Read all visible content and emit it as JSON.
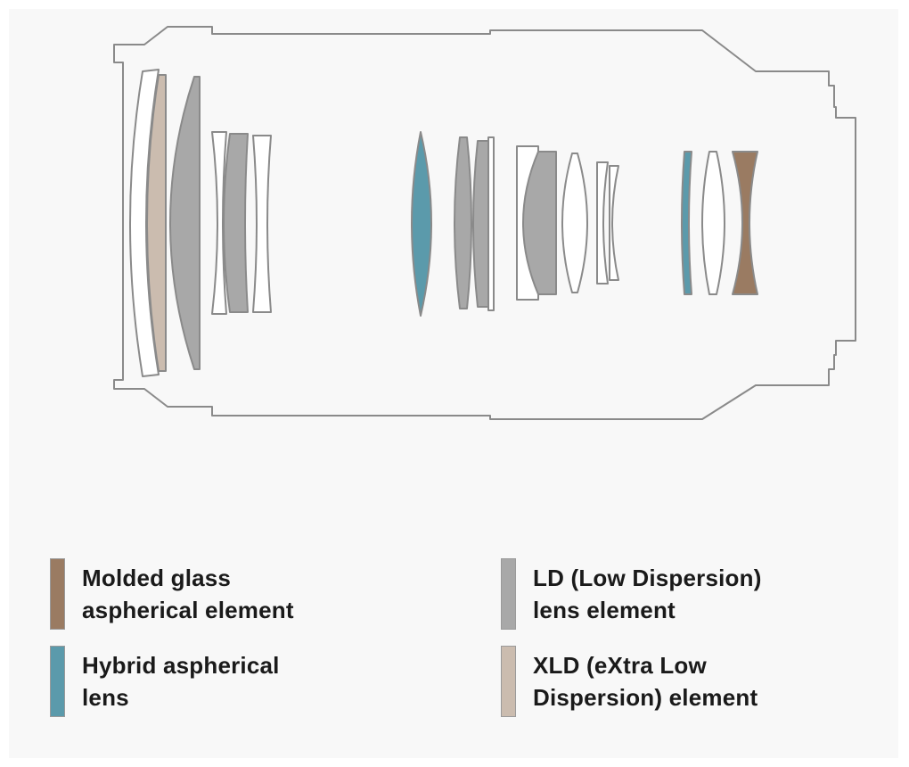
{
  "colors": {
    "background": "#f8f8f8",
    "housing_outline": "#8a8a8a",
    "molded_glass_aspherical": "#9a7b62",
    "hybrid_aspherical": "#5b9aab",
    "ld_low_dispersion": "#a8a8a8",
    "xld_extra_low_dispersion": "#cbbcaf",
    "standard_element": "#ffffff"
  },
  "legend": [
    {
      "key": "molded_glass_aspherical",
      "line1": "Molded glass",
      "line2": "aspherical element"
    },
    {
      "key": "ld_low_dispersion",
      "line1": "LD (Low Dispersion)",
      "line2": "lens element"
    },
    {
      "key": "hybrid_aspherical",
      "line1": "Hybrid aspherical",
      "line2": "lens"
    },
    {
      "key": "xld_extra_low_dispersion",
      "line1": "XLD (eXtra Low",
      "line2": "Dispersion) element"
    }
  ]
}
